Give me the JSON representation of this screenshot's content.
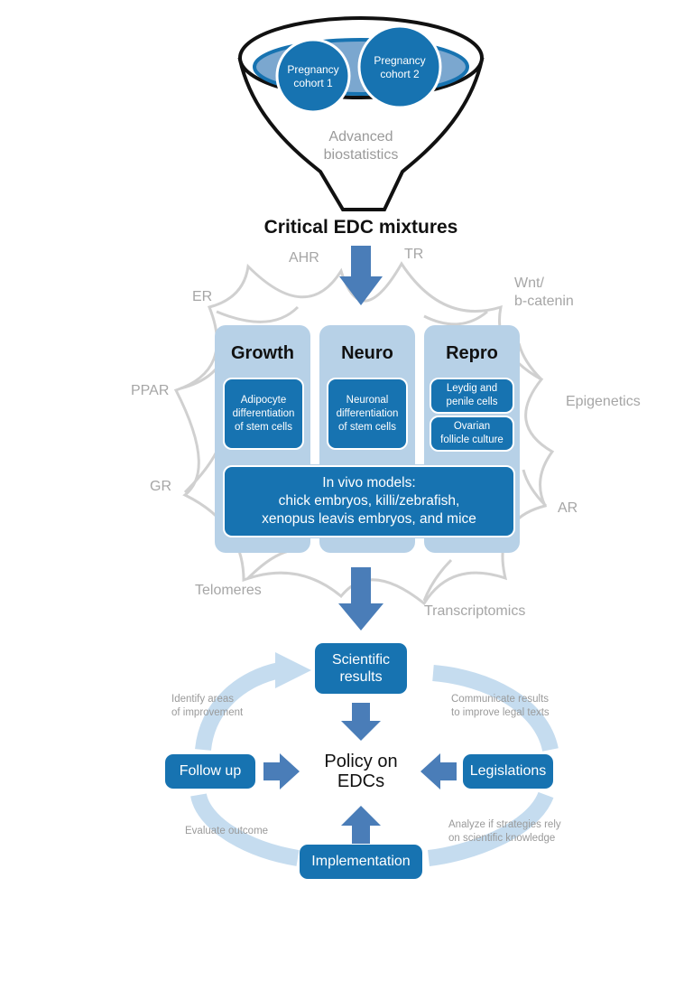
{
  "funnel": {
    "cohort1": "Pregnancy cohort 1",
    "cohort2": "Pregnancy cohort 2",
    "cohort1_lines": [
      "Pregnancy",
      "cohort 1"
    ],
    "cohort2_lines": [
      "Pregnancy",
      "cohort 2"
    ],
    "method_lines": [
      "Advanced",
      "biostatistics"
    ]
  },
  "headline": "Critical EDC mixtures",
  "web_labels": {
    "ahr": "AHR",
    "tr": "TR",
    "wnt_lines": [
      "Wnt/",
      "b-catenin"
    ],
    "er": "ER",
    "ppar": "PPAR",
    "epigenetics": "Epigenetics",
    "gr": "GR",
    "ar": "AR",
    "telomeres": "Telomeres",
    "transcriptomics": "Transcriptomics"
  },
  "panels": {
    "growth": {
      "title": "Growth",
      "box_lines": [
        "Adipocyte",
        "differentiation",
        "of stem cells"
      ]
    },
    "neuro": {
      "title": "Neuro",
      "box_lines": [
        "Neuronal",
        "differentiation",
        "of stem cells"
      ]
    },
    "repro": {
      "title": "Repro",
      "box1_lines": [
        "Leydig and",
        "penile cells"
      ],
      "box2_lines": [
        "Ovarian",
        "follicle culture"
      ]
    }
  },
  "in_vivo_lines": [
    "In vivo models:",
    "chick embryos, killi/zebrafish,",
    "xenopus leavis embryos, and mice"
  ],
  "cycle": {
    "results_lines": [
      "Scientific",
      "results"
    ],
    "policy_lines": [
      "Policy on",
      "EDCs"
    ],
    "follow_up": "Follow up",
    "legislations": "Legislations",
    "implementation": "Implementation",
    "identify_lines": [
      "Identify areas",
      "of improvement"
    ],
    "communicate_lines": [
      "Communicate results",
      "to improve legal texts"
    ],
    "evaluate": "Evaluate outcome",
    "analyze_lines": [
      "Analyze if strategies rely",
      "on scientific knowledge"
    ]
  },
  "colors": {
    "dark_blue": "#1773b1",
    "arrow_blue": "#4a7db8",
    "panel_blue": "#b7d1e7",
    "cycle_blue": "#c5dcef",
    "label_gray": "#a6a6a6"
  }
}
